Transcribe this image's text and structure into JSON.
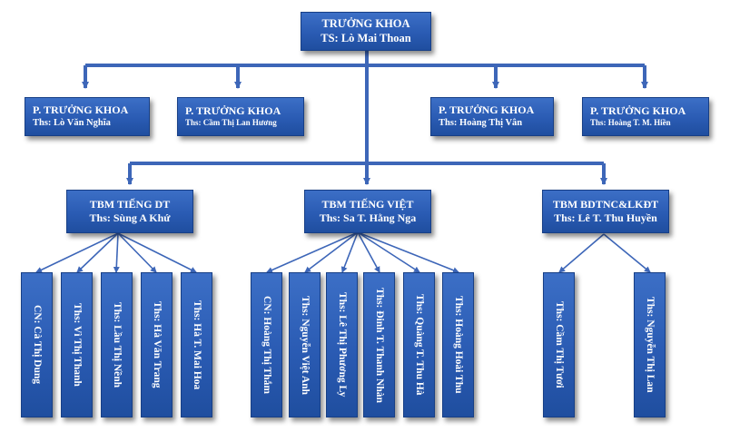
{
  "head": {
    "title": "TRƯỞNG KHOA",
    "name": "TS: Lò Mai Thoan"
  },
  "deputies": [
    {
      "title": "P. TRƯỞNG KHOA",
      "name": "Ths: Lò Văn Nghĩa"
    },
    {
      "title": "P. TRƯỞNG KHOA",
      "name": "Ths: Cầm Thị Lan Hương"
    },
    {
      "title": "P. TRƯỞNG KHOA",
      "name": "Ths: Hoàng Thị Vân"
    },
    {
      "title": "P. TRƯỞNG KHOA",
      "name": "Ths: Hoàng T. M. Hiền"
    }
  ],
  "departments": [
    {
      "title": "TBM TIẾNG DT",
      "name": "Ths: Sùng A Khứ",
      "members": [
        "CN: Cà Thị Dung",
        "Ths: Vì Thị Thanh",
        "Ths: Lầu Thị Nềnh",
        "Ths: Hà Văn Trang",
        "Ths: Hà T. Mai Hoa"
      ]
    },
    {
      "title": "TBM TIẾNG VIỆT",
      "name": "Ths: Sa T. Hằng Nga",
      "members": [
        "CN: Hoàng Thị Thắm",
        "Ths: Nguyễn Việt Anh",
        "Ths: Lê Thị Phương Ly",
        "Ths: Đinh T. Thanh Nhàn",
        "Ths: Quàng T. Thu Hà",
        "Ths: Hoàng Hoài Thu"
      ]
    },
    {
      "title": "TBM BDTNC&LKĐT",
      "name": "Ths: Lê T. Thu Huyền",
      "members": [
        "Ths: Cầm Thị Tươi",
        "Ths: Nguyễn Thị Lan"
      ]
    }
  ],
  "colors": {
    "box": "#2a5bb3",
    "connector": "#3d66b8"
  }
}
